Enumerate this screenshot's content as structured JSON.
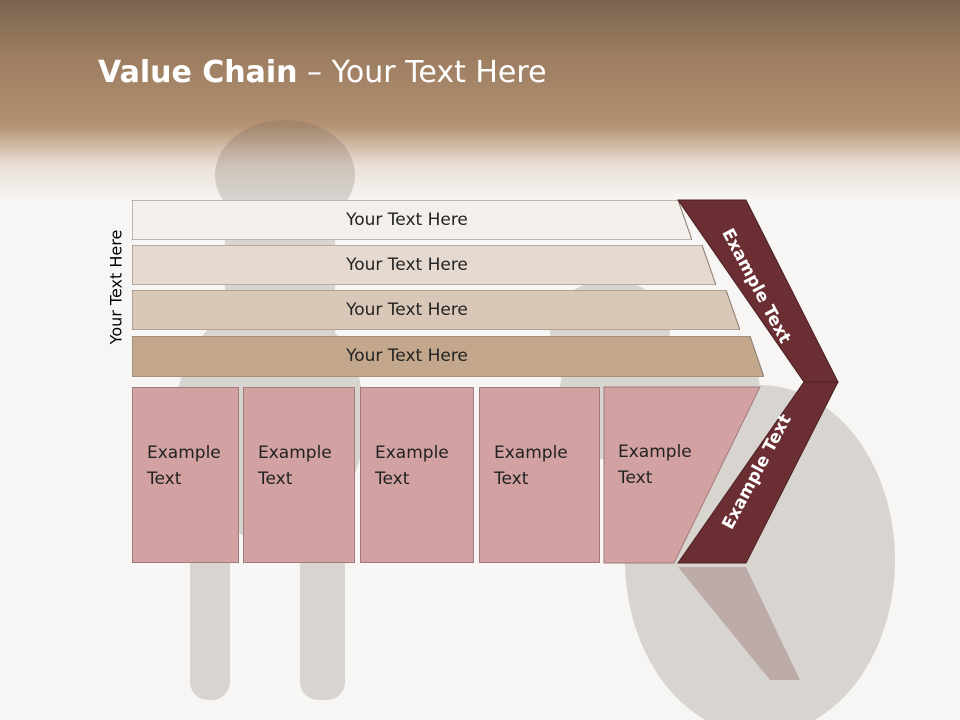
{
  "slide": {
    "title_bold": "Value Chain",
    "title_rest": " – Your Text Here"
  },
  "side_label": "Your Text Here",
  "bands": [
    {
      "label": "Your Text Here",
      "color": "#f3efea"
    },
    {
      "label": "Your Text Here",
      "color": "#e6dad0"
    },
    {
      "label": "Your Text Here",
      "color": "#d9c8b7"
    },
    {
      "label": "Your Text Here",
      "color": "#c2a78c"
    }
  ],
  "columns": [
    {
      "line1": "Example",
      "line2": "Text"
    },
    {
      "line1": "Example",
      "line2": "Text"
    },
    {
      "line1": "Example",
      "line2": "Text"
    },
    {
      "line1": "Example",
      "line2": "Text"
    },
    {
      "line1": "Example",
      "line2": "Text"
    }
  ],
  "chevron": {
    "upper_label": "Example Text",
    "lower_label": "Example Text",
    "color": "#6b2e33"
  }
}
